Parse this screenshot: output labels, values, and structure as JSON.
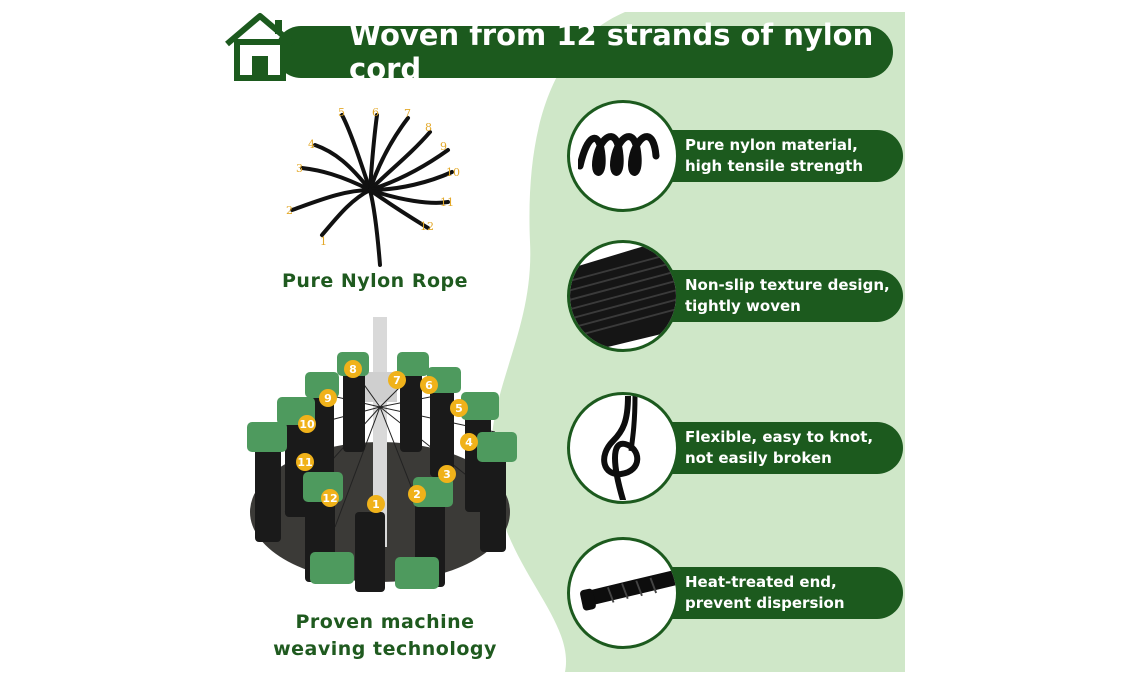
{
  "title": "Woven from 12 strands of nylon cord",
  "rope_caption": "Pure Nylon Rope",
  "machine_caption_line1": "Proven machine",
  "machine_caption_line2": "weaving technology",
  "strand_numbers": [
    "1",
    "2",
    "3",
    "4",
    "5",
    "6",
    "7",
    "8",
    "9",
    "10",
    "11",
    "12"
  ],
  "features": [
    {
      "line1": "Pure nylon material,",
      "line2": "high tensile strength",
      "icon": "coiled-cord-icon"
    },
    {
      "line1": "Non-slip texture design,",
      "line2": "tightly woven",
      "icon": "woven-texture-icon"
    },
    {
      "line1": "Flexible, easy to knot,",
      "line2": "not easily broken",
      "icon": "knot-icon"
    },
    {
      "line1": "Heat-treated end,",
      "line2": "prevent dispersion",
      "icon": "rope-end-icon"
    }
  ],
  "colors": {
    "dark_green": "#1c5a1e",
    "light_green": "#cfe7c8",
    "number_yellow": "#f0b21a",
    "caption_green": "#1f5a1f"
  }
}
